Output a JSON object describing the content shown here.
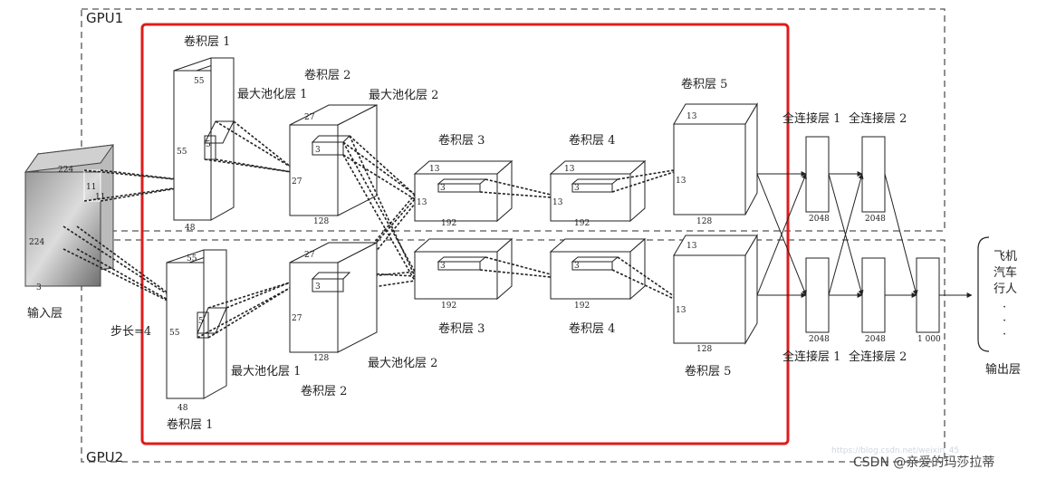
{
  "gpu": {
    "top": "GPU1",
    "bottom": "GPU2"
  },
  "input": {
    "label": "输入层",
    "h": "224",
    "w": "224",
    "d": "3",
    "k1": "11",
    "k2": "11"
  },
  "stride_label": "步长=4",
  "layers_top": {
    "conv1": "卷积层 1",
    "pool1": "最大池化层 1",
    "conv2": "卷积层 2",
    "pool2": "最大池化层 2",
    "conv3": "卷积层 3",
    "conv4": "卷积层 4",
    "conv5": "卷积层 5",
    "fc1": "全连接层 1",
    "fc2": "全连接层 2"
  },
  "layers_bottom": {
    "conv1": "卷积层 1",
    "pool1": "最大池化层 1",
    "conv2": "卷积层 2",
    "pool2": "最大池化层 2",
    "conv3": "卷积层 3",
    "conv4": "卷积层 4",
    "conv5": "卷积层 5",
    "fc1": "全连接层 1",
    "fc2": "全连接层 2"
  },
  "dims": {
    "c1_a": "55",
    "c1_b": "55",
    "c1_d": "48",
    "c1_k": "5",
    "c2_a": "27",
    "c2_b": "27",
    "c2_d": "128",
    "c2_k": "3",
    "c3_a": "13",
    "c3_b": "13",
    "c3_d": "192",
    "c3_k": "3",
    "c4_a": "13",
    "c4_b": "13",
    "c4_d": "192",
    "c4_k": "3",
    "c5_a": "13",
    "c5_b": "13",
    "c5_d": "128",
    "fc_top": "2048",
    "fc_bottom": "2048",
    "fc_out": "1 000"
  },
  "output": {
    "label": "输出层",
    "classes": [
      "飞机",
      "汽车",
      "行人"
    ],
    "more": "·"
  },
  "watermark": {
    "credit": "CSDN @亲爱的玛莎拉蒂",
    "faint": "https://blog.csdn.net/weixin_45"
  },
  "colors": {
    "highlight": "#e01b1b",
    "line": "#222222",
    "dash": "#555555"
  }
}
